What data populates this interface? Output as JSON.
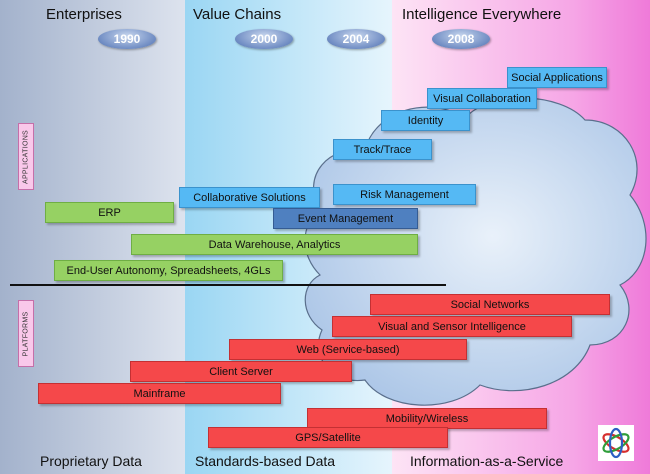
{
  "eras": {
    "enterprises": "Enterprises",
    "value_chains": "Value Chains",
    "intelligence_everywhere": "Intelligence Everywhere"
  },
  "years": [
    "1990",
    "2000",
    "2004",
    "2008"
  ],
  "sections": {
    "applications": "APPLICATIONS",
    "platforms": "PLATFORMS"
  },
  "applications": {
    "social_applications": "Social Applications",
    "visual_collaboration": "Visual Collaboration",
    "identity": "Identity",
    "track_trace": "Track/Trace",
    "collaborative_solutions": "Collaborative Solutions",
    "risk_management": "Risk Management",
    "erp": "ERP",
    "event_management": "Event Management",
    "data_warehouse": "Data Warehouse,   Analytics",
    "end_user_autonomy": "End-User Autonomy, Spreadsheets, 4GLs"
  },
  "platforms": {
    "social_networks": "Social Networks",
    "visual_sensor": "Visual and Sensor Intelligence",
    "web": "Web (Service-based)",
    "client_server": "Client Server",
    "mainframe": "Mainframe",
    "mobility": "Mobility/Wireless",
    "gps": "GPS/Satellite"
  },
  "footer": {
    "proprietary": "Proprietary Data",
    "standards": "Standards-based Data",
    "information": "Information-as-a-Service"
  },
  "colors": {
    "application_blue": "#55b9f4",
    "application_green": "#96d163",
    "platform_red": "#f5484a",
    "event_blue": "#4f80c0",
    "cloud": "#c7daf0"
  }
}
